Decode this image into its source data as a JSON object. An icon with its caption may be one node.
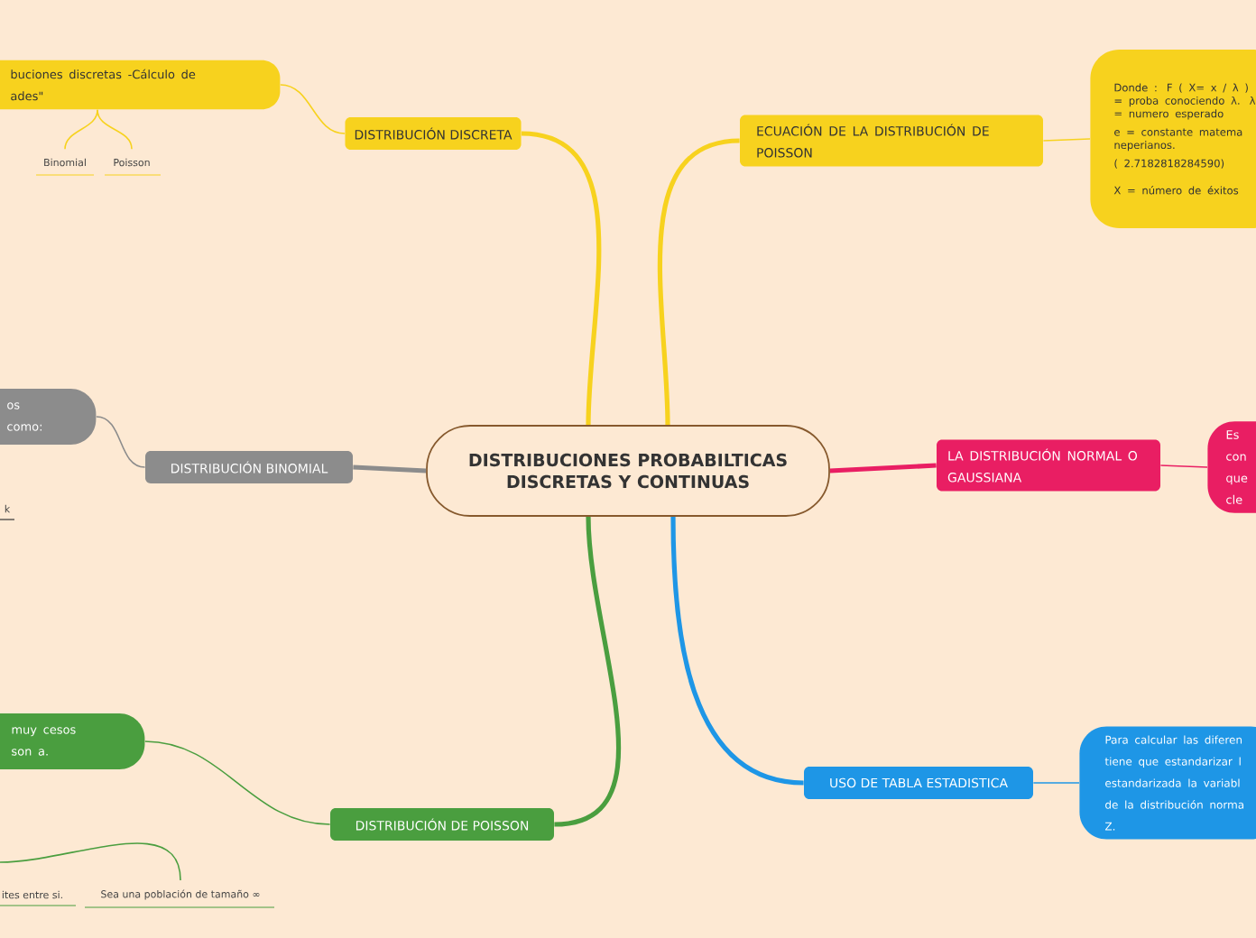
{
  "diagram": {
    "nodes": [
      {
        "text": [
          "DISTRIBUCIONES PROBABILTICAS DISCRETAS Y CONTINUAS"
        ]
      },
      {
        "text": [
          "DISTRIBUCIÓN DISCRETA"
        ]
      },
      {
        "text": [
          "buciones discretas -Cálculo de ades\""
        ]
      },
      {
        "text": [
          "Binomial"
        ]
      },
      {
        "text": [
          "Poisson"
        ]
      },
      {
        "text": [
          "ECUACIÓN DE LA DISTRIBUCIÓN DE POISSON"
        ]
      },
      {
        "text": [
          "Donde : F ( X= x / λ ) = proba conociendo λ. λ  = numero esperado",
          "e = constante matema neperianos.",
          "( 2.7182818284590)",
          "X = número de éxitos"
        ]
      },
      {
        "text": [
          "Es con que cle"
        ]
      },
      {
        "text": [
          "LA DISTRIBUCIÓN NORMAL O GAUSSIANA"
        ]
      },
      {
        "text": [
          "USO DE TABLA ESTADISTICA"
        ]
      },
      {
        "text": [
          "Para calcular las diferen tiene que estandarizar l estandarizada la variabl de la distribución norma Z."
        ]
      },
      {
        "text": [
          "DISTRIBUCIÓN BINOMIAL"
        ]
      },
      {
        "text": [
          "os como:"
        ]
      },
      {
        "text": [
          "DISTRIBUCIÓN DE POISSON"
        ]
      },
      {
        "text": [
          "muy cesos son a."
        ]
      },
      {
        "text": [
          "Sea una población de tamaño ∞"
        ]
      }
    ],
    "edges": [
      {
        "from": 0,
        "to": 1,
        "arrow": "none",
        "style": "thick"
      },
      {
        "from": 1,
        "to": 2,
        "arrow": "none"
      },
      {
        "from": 2,
        "to": 3,
        "arrow": "none"
      },
      {
        "from": 2,
        "to": 4,
        "arrow": "none"
      },
      {
        "from": 0,
        "to": 5,
        "arrow": "none",
        "style": "thick"
      },
      {
        "from": 5,
        "to": 6,
        "arrow": "none"
      },
      {
        "from": 0,
        "to": 8,
        "arrow": "none",
        "style": "thick",
        "color": "#e91e63"
      },
      {
        "from": 8,
        "to": 7,
        "arrow": "none",
        "color": "#e91e63"
      },
      {
        "from": 0,
        "to": 9,
        "arrow": "none",
        "style": "thick",
        "color": "#1e96e6"
      },
      {
        "from": 9,
        "to": 10,
        "arrow": "none",
        "color": "#1e96e6"
      },
      {
        "from": 0,
        "to": 11,
        "arrow": "none",
        "style": "thick",
        "color": "#8c8c8c"
      },
      {
        "from": 11,
        "to": 12,
        "arrow": "none",
        "color": "#8c8c8c"
      },
      {
        "from": 0,
        "to": 13,
        "arrow": "none",
        "style": "thick",
        "color": "#4a9e3f"
      },
      {
        "from": 13,
        "to": 14,
        "arrow": "none",
        "color": "#4a9e3f"
      },
      {
        "from": null,
        "to": 15,
        "arrow": "none",
        "color": "#4a9e3f"
      }
    ],
    "labels": [
      "k",
      "ites entre si."
    ]
  }
}
